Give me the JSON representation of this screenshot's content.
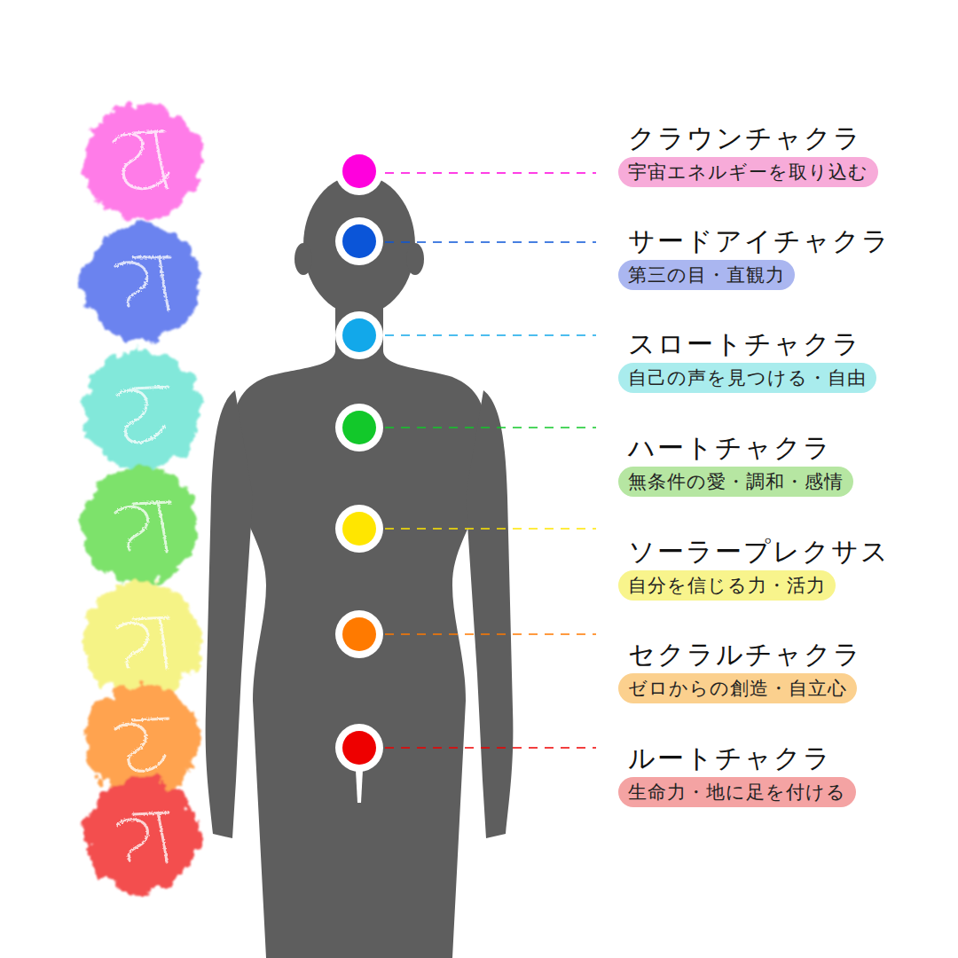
{
  "diagram": {
    "nodes": [
      {
        "text": [
          "クラウンチャクラ",
          "宇宙エネルギーを取り込む"
        ]
      },
      {
        "text": [
          "サードアイチャクラ",
          "第三の目・直観力"
        ]
      },
      {
        "text": [
          "スロートチャクラ",
          "自己の声を見つける・自由"
        ]
      },
      {
        "text": [
          "ハートチャクラ",
          "無条件の愛・調和・感情"
        ]
      },
      {
        "text": [
          "ソーラープレクサス",
          "自分を信じる力・活力"
        ]
      },
      {
        "text": [
          "セクラルチャクラ",
          "ゼロからの創造・自立心"
        ]
      },
      {
        "text": [
          "ルートチャクラ",
          "生命力・地に足を付ける"
        ]
      }
    ]
  }
}
